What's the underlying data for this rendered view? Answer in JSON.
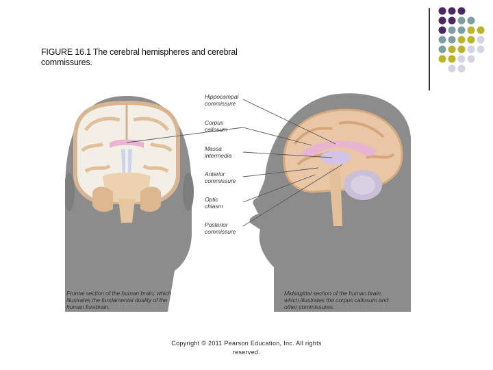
{
  "slide": {
    "title": "FIGURE 16.1 The cerebral hemispheres and cerebral commissures.",
    "labels": [
      "Hippocampal\ncommissure",
      "Corpus\ncallosum",
      "Massa\nintermedia",
      "Anterior\ncommissure",
      "Optic\nchiasm",
      "Posterior\ncommissure"
    ],
    "caption_left": "Frontal section of the human brain, which\nillustrates the fundamental duality of the\nhuman forebrain.",
    "caption_right": "Midsagittal section of the human brain,\nwhich illustrates the corpus callosum and\nother commissures.",
    "copyright": "Copyright © 2011 Pearson Education, Inc. All rights reserved."
  },
  "colors": {
    "purple": "#4b2a63",
    "teal": "#7f9ea2",
    "olive": "#b9b42c",
    "lavender": "#d5d3e3",
    "head_gray": "#8a8a8a",
    "brain_tan": "#e9c7a6",
    "commissure_pink": "#e9b4d0"
  }
}
